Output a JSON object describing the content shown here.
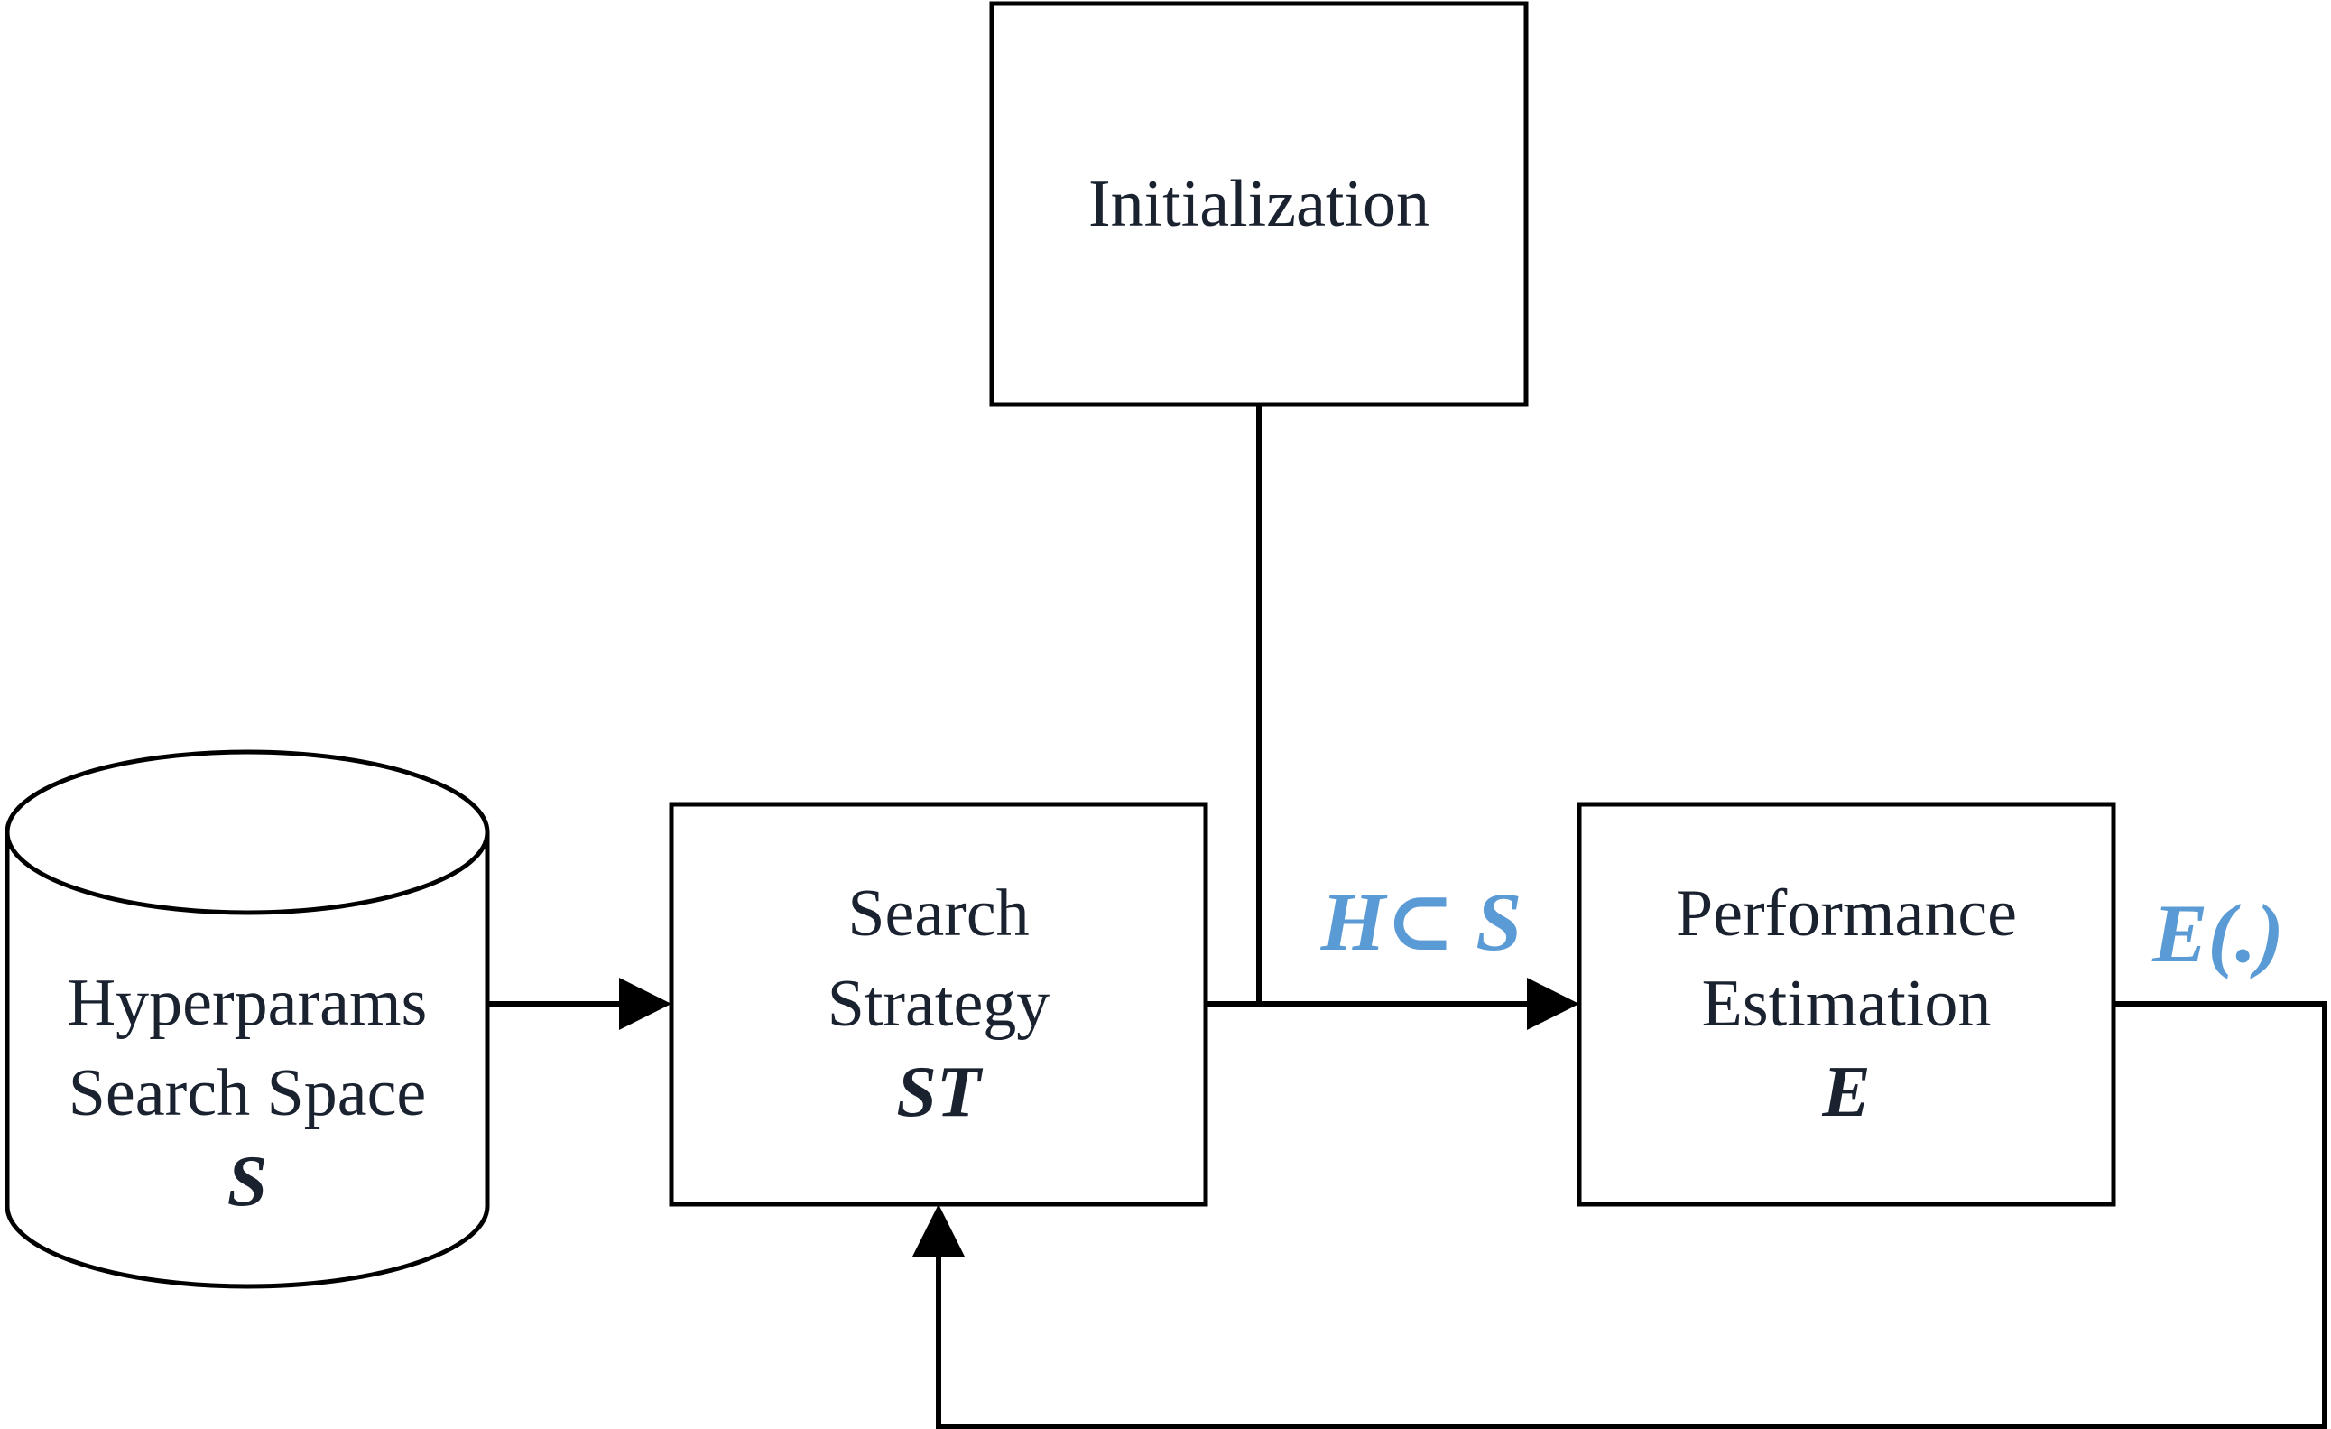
{
  "colors": {
    "line": "#000000",
    "text": "#1a2230",
    "accent": "#5b9bd5"
  },
  "nodes": {
    "initialization": {
      "label": "Initialization"
    },
    "search_space": {
      "line1": "Hyperparams",
      "line2": "Search Space",
      "symbol": "S"
    },
    "search_strategy": {
      "line1": "Search",
      "line2": "Strategy",
      "symbol": "ST"
    },
    "performance_estimation": {
      "line1": "Performance",
      "line2": "Estimation",
      "symbol": "E"
    }
  },
  "edges": {
    "candidate_label": "H⊂ S",
    "evaluation_label": "E(.)"
  }
}
